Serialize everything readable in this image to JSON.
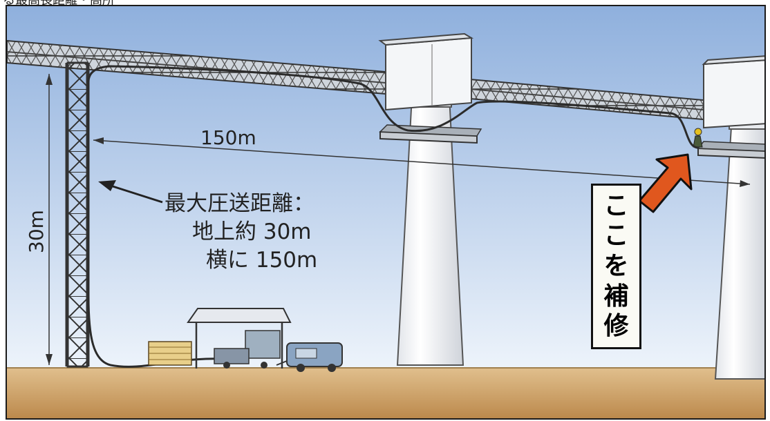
{
  "header": {
    "partial_text": "る最高長距離・高所"
  },
  "labels": {
    "horizontal_distance": "150m",
    "vertical_height": "30m",
    "max_distance_line1": "最大圧送距離：",
    "max_distance_line2": "地上約 30m",
    "max_distance_line3": "横に 150m"
  },
  "callout": {
    "chars": [
      "こ",
      "こ",
      "を",
      "補",
      "修"
    ]
  },
  "colors": {
    "sky_top": "#8fb0dd",
    "sky_bottom": "#eef4fb",
    "ground_top": "#e1c08e",
    "ground_bottom": "#b98547",
    "arrow_orange": "#e0571e",
    "pillar": "#f4f6f8"
  }
}
